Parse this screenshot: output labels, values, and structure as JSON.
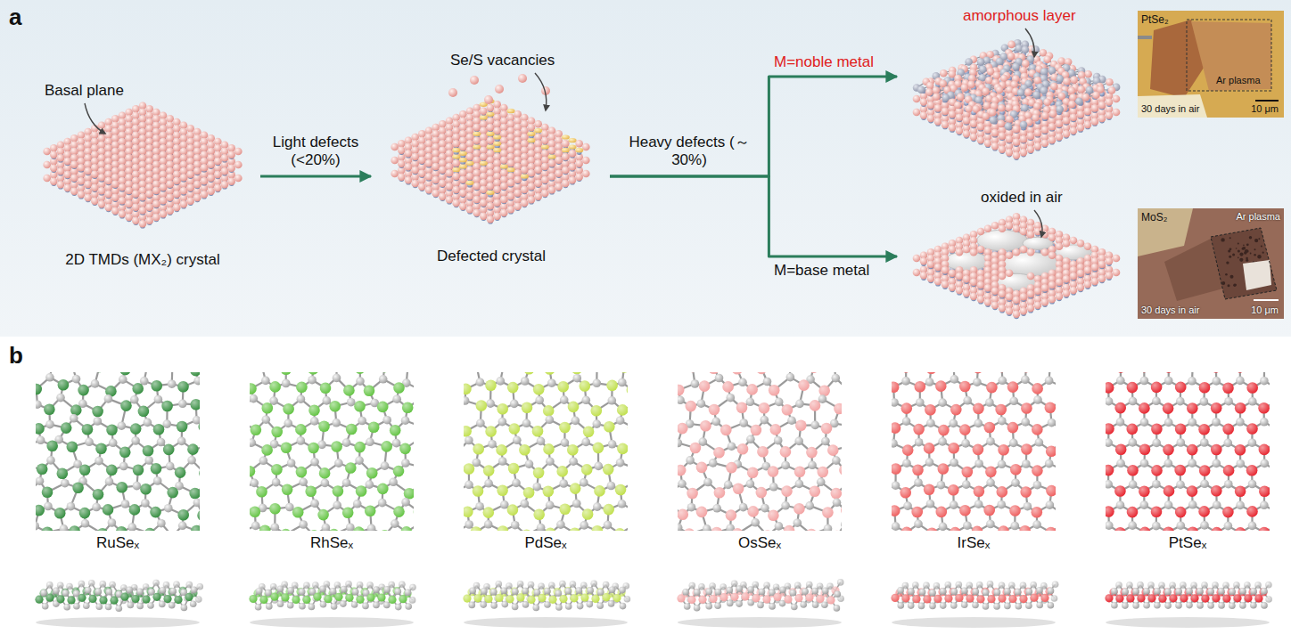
{
  "diagram": {
    "nodes": [
      {
        "text": [
          "Basal plane",
          "2D TMDs (MX₂) crystal"
        ]
      },
      {
        "text": [
          "Se/S vacancies",
          "Defected crystal"
        ]
      },
      {
        "text": [
          "amorphous layer"
        ]
      },
      {
        "text": [
          "PtSe₂",
          "Ar plasma",
          "30 days in air",
          "10 μm"
        ]
      },
      {
        "text": [
          "oxided in air"
        ]
      },
      {
        "text": [
          "MoS₂",
          "Ar plasma",
          "30 days in air",
          "10 μm"
        ]
      }
    ],
    "edges": [
      {
        "from": 0,
        "to": 1,
        "arrow": "to",
        "label": "Light defects (<20%)"
      },
      {
        "from": 1,
        "to": 2,
        "arrow": "to",
        "label": "M=noble metal"
      },
      {
        "from": 1,
        "to": 4,
        "arrow": "to",
        "label": "M=base metal"
      }
    ],
    "labels": [
      "a",
      "Heavy defects (～30%)",
      "b",
      "RuSeₓ",
      "RhSeₓ",
      "PdSeₓ",
      "OsSeₓ",
      "IrSeₓ",
      "PtSeₓ"
    ]
  }
}
